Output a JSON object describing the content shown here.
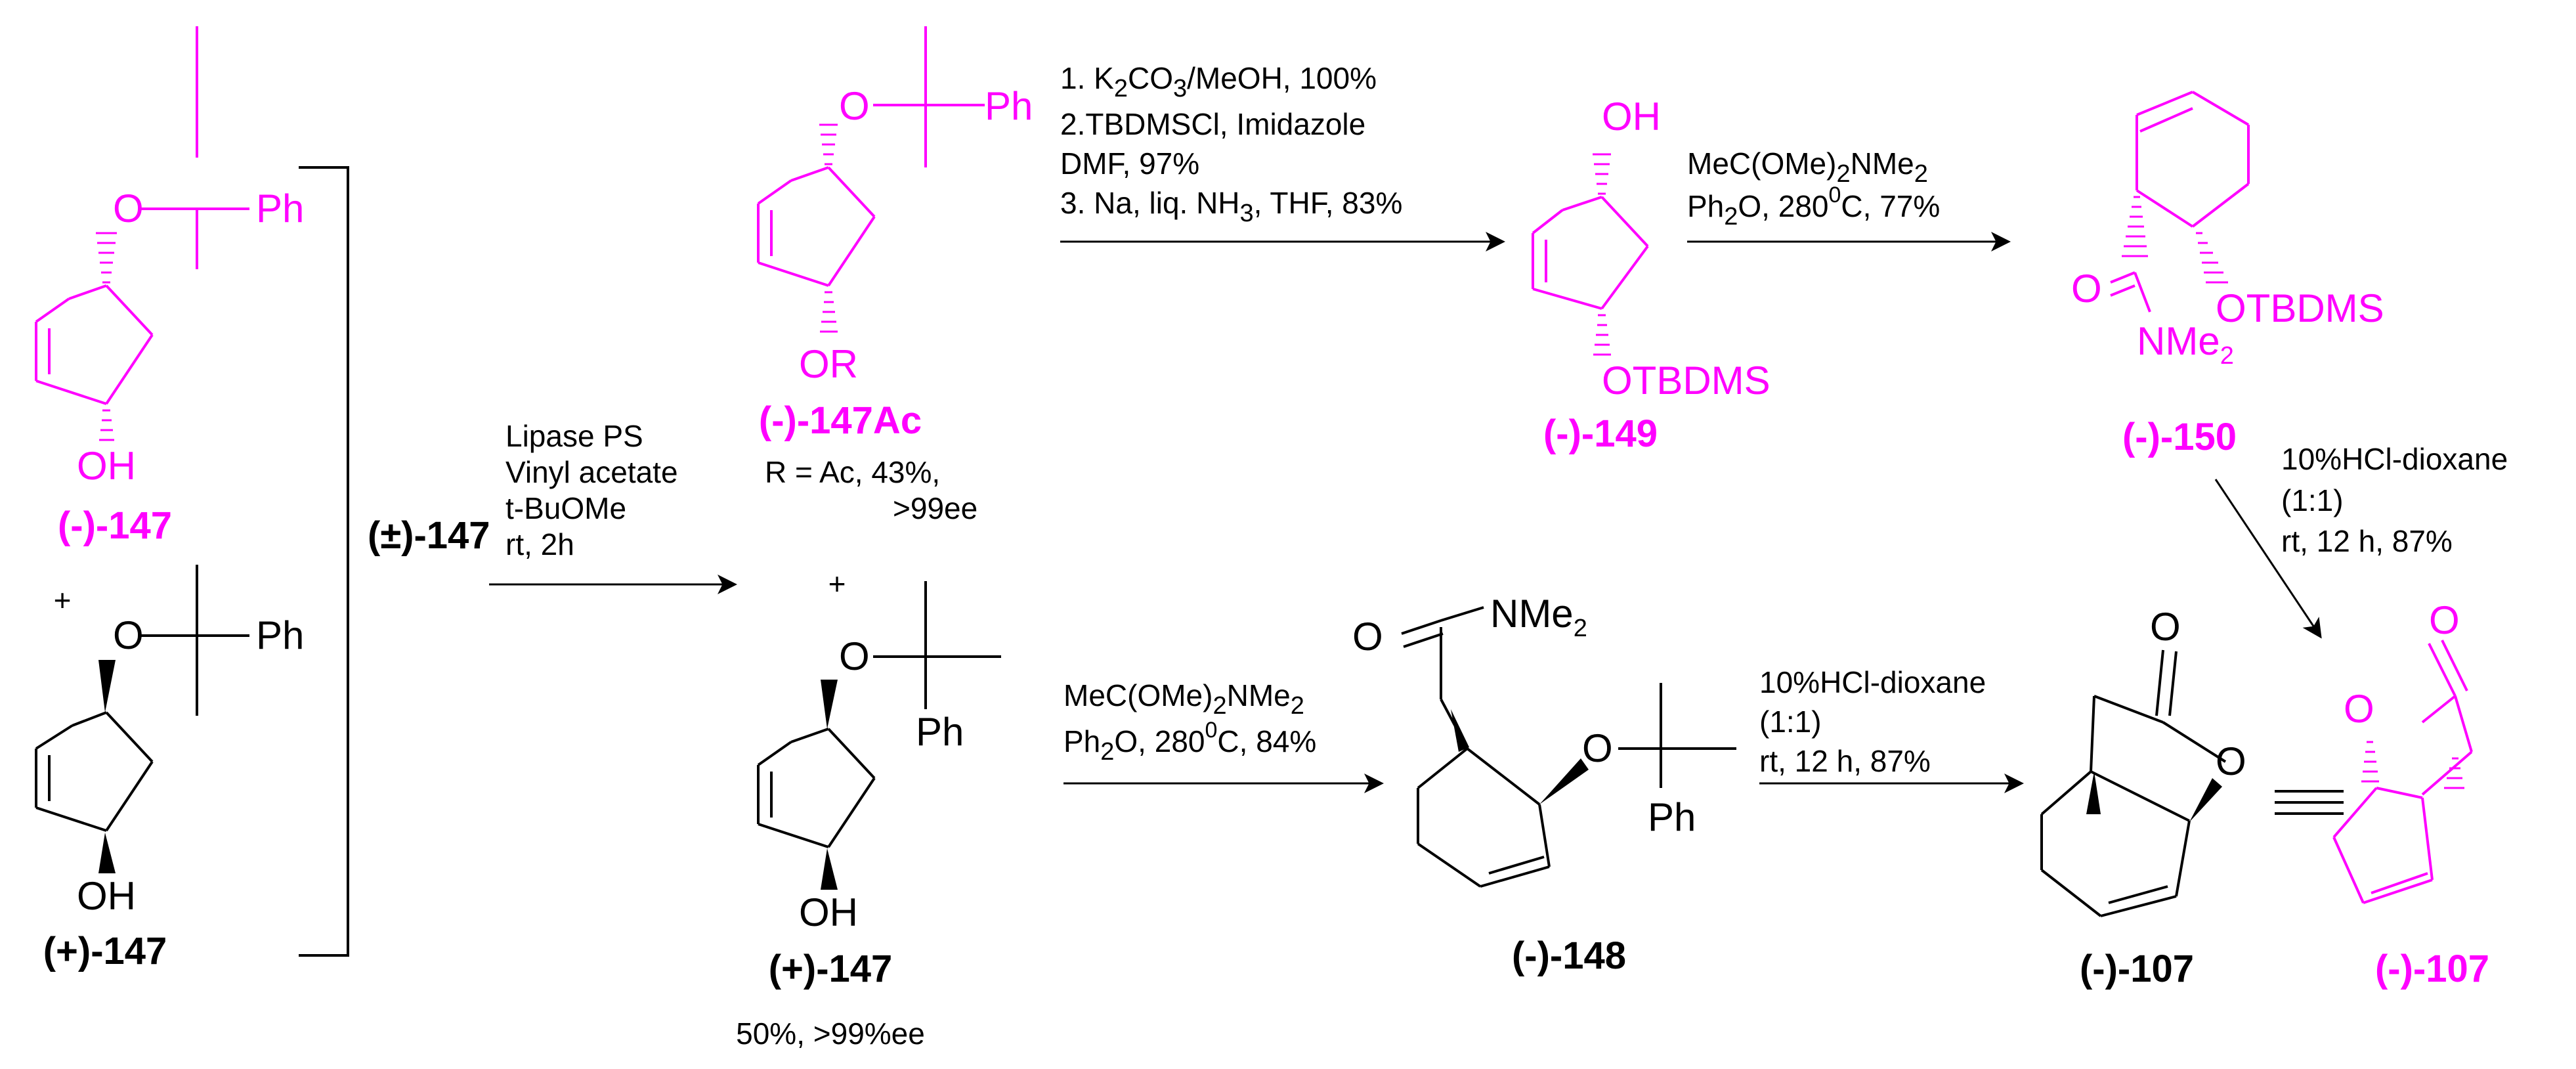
{
  "colors": {
    "magenta": "#ff00ff",
    "black": "#000000"
  },
  "compounds": {
    "c147_minus": {
      "label": "(-)-147",
      "O_top": "O",
      "Ph": "Ph",
      "OH": "OH"
    },
    "c147_plus": {
      "label": "(+)-147",
      "O_top": "O",
      "Ph": "Ph",
      "OH": "OH"
    },
    "c147ac": {
      "label": "(-)-147Ac",
      "O_top": "O",
      "Ph": "Ph",
      "OR": "OR",
      "note1": "R = Ac, 43%,",
      "note2": ">99ee"
    },
    "c147_plus_right": {
      "label": "(+)-147",
      "O_top": "O",
      "Ph": "Ph",
      "OH": "OH",
      "note": "50%, >99%ee"
    },
    "c149": {
      "label": "(-)-149",
      "OH": "OH",
      "OTBDMS": "OTBDMS"
    },
    "c150": {
      "label": "(-)-150",
      "O": "O",
      "NMe": "NMe",
      "sub2": "2",
      "OTBDMS": "OTBDMS"
    },
    "c148": {
      "label": "(-)-148",
      "O_co": "O",
      "NMe": "NMe",
      "sub2": "2",
      "O_eth": "O",
      "Ph": "Ph"
    },
    "c107_black": {
      "label": "(-)-107",
      "O_co": "O",
      "O_ring": "O"
    },
    "c107_pink": {
      "label": "(-)-107",
      "O_co": "O",
      "O_ring": "O"
    }
  },
  "racemate_label": "(±)-147",
  "plus_sign": "+",
  "conditions": {
    "lipase": [
      "Lipase PS",
      "Vinyl acetate",
      "t-BuOMe",
      "rt, 2h"
    ],
    "top_step": {
      "l1_a": "1. K",
      "l1_sub": "2",
      "l1_b": "CO",
      "l1_sub2": "3",
      "l1_c": "/MeOH, 100%",
      "l2": "2.TBDMSCl, Imidazole",
      "l3": "DMF, 97%",
      "l4_a": "3. Na, liq. NH",
      "l4_sub": "3",
      "l4_b": ", THF, 83%"
    },
    "claisen_top": {
      "l1_a": "MeC(OMe)",
      "l1_sub": "2",
      "l1_b": "NMe",
      "l1_sub2": "2",
      "l2_a": "Ph",
      "l2_sub": "2",
      "l2_b": "O, 280",
      "l2_sup": "0",
      "l2_c": "C, 77%"
    },
    "claisen_bottom": {
      "l1_a": "MeC(OMe)",
      "l1_sub": "2",
      "l1_b": "NMe",
      "l1_sub2": "2",
      "l2_a": "Ph",
      "l2_sub": "2",
      "l2_b": "O, 280",
      "l2_sup": "0",
      "l2_c": "C, 84%"
    },
    "hcl_bottom": [
      "10%HCl-dioxane",
      "(1:1)",
      "rt, 12 h, 87%"
    ],
    "hcl_right": [
      "10%HCl-dioxane",
      "(1:1)",
      "rt, 12 h, 87%"
    ]
  }
}
